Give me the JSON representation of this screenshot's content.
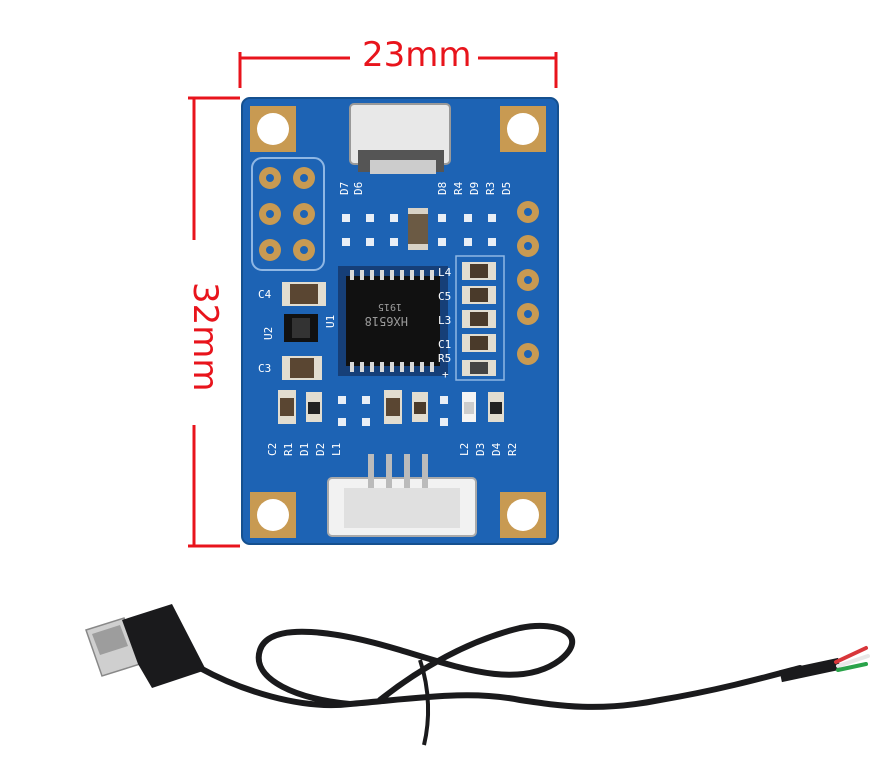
{
  "dimensions": {
    "width_label": "23mm",
    "height_label": "32mm",
    "line_color": "#e8141c"
  },
  "board": {
    "color": "#1d63b4",
    "pad_color": "#c89a52",
    "chip_label_1": "HX6518",
    "chip_label_2": "1915",
    "silkscreen": {
      "top_labels": [
        "D7",
        "D6",
        "D8",
        "R4",
        "D9",
        "R3",
        "D5"
      ],
      "left_labels": [
        "C4",
        "U2",
        "U1",
        "C3"
      ],
      "right_labels": [
        "L4",
        "C5",
        "L3",
        "C1",
        "R5",
        "+"
      ],
      "bottom_labels": [
        "C2",
        "R1",
        "D1",
        "D2",
        "L1",
        "L2",
        "D3",
        "D4",
        "R2"
      ]
    }
  },
  "cable": {
    "color": "#1a1a1c",
    "wire_colors": [
      "#d8363a",
      "#ffffff",
      "#2aa34a"
    ]
  }
}
